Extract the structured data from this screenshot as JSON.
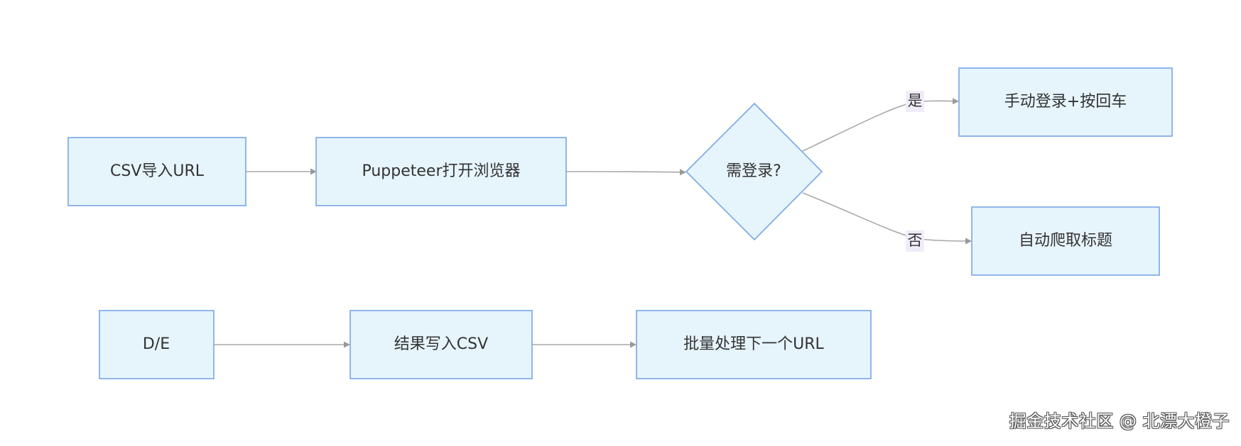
{
  "nodes": {
    "csv_import": "CSV导入URL",
    "open_browser": "Puppeteer打开浏览器",
    "need_login": "需登录?",
    "manual_login": "手动登录+按回车",
    "auto_scrape": "自动爬取标题",
    "d_e": "D/E",
    "write_csv": "结果写入CSV",
    "next_url": "批量处理下一个URL"
  },
  "edge_labels": {
    "yes": "是",
    "no": "否"
  },
  "watermark": "掘金技术社区 @ 北漂大橙子",
  "colors": {
    "node_fill": "#e6f4fc",
    "node_stroke": "#78a6e6",
    "edge": "#a8a8a8",
    "label_bg": "#f1ecf9"
  }
}
